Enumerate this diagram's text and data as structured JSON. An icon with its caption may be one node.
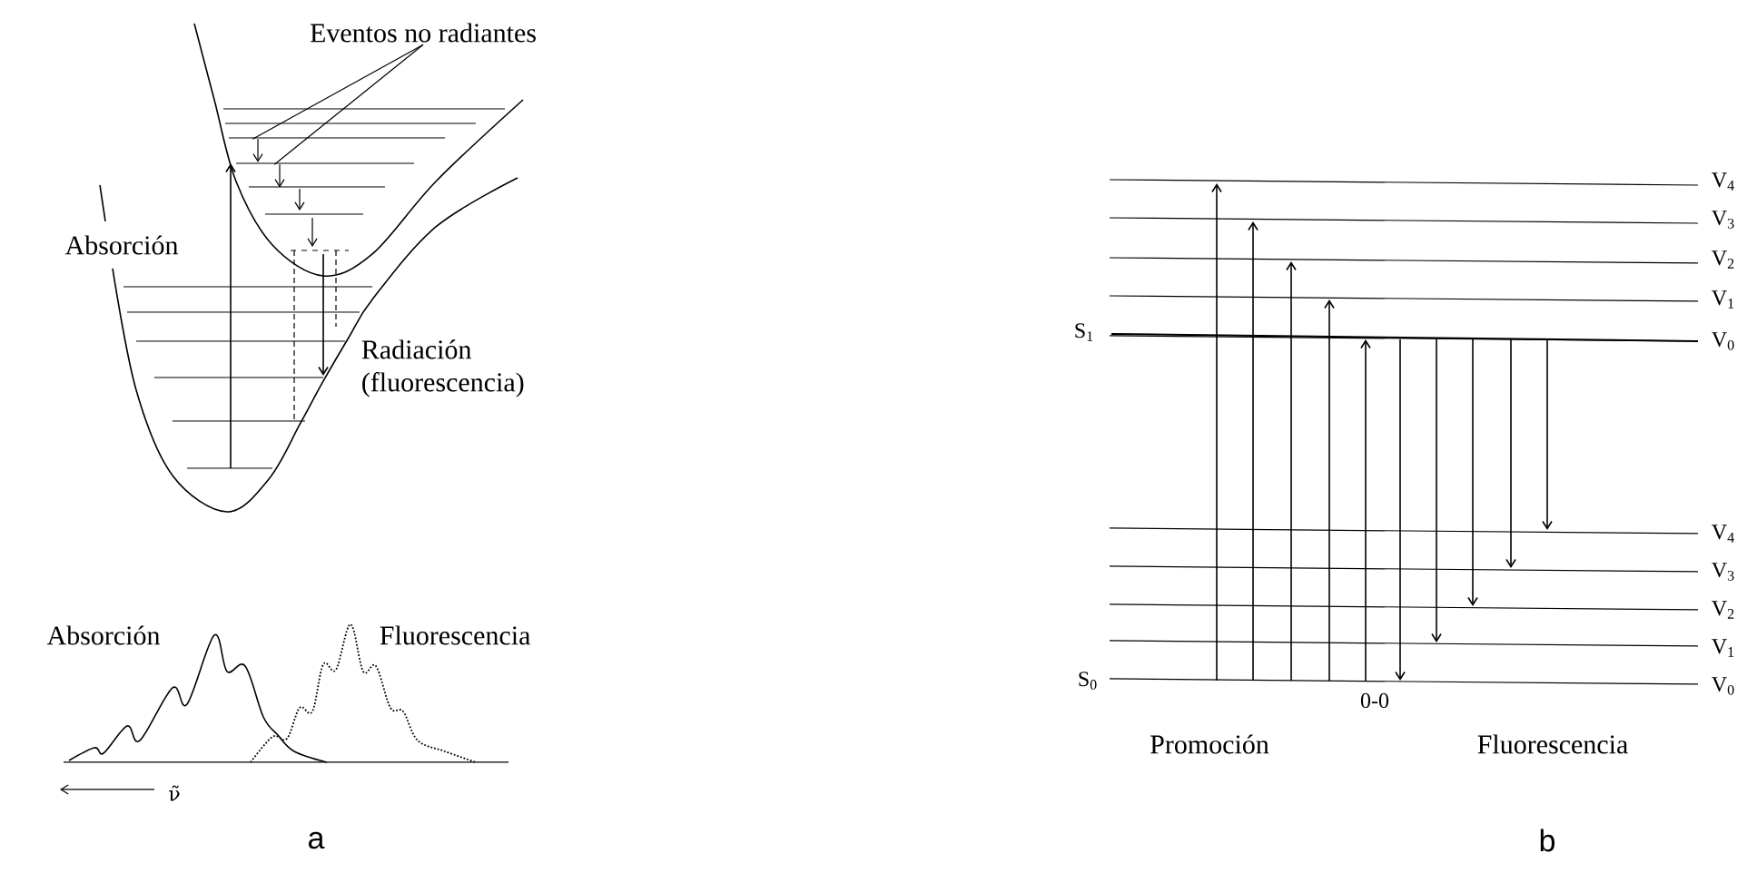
{
  "diagram": {
    "nodes": [
      {
        "text": [
          "Eventos no radiantes"
        ]
      },
      {
        "text": [],
        "shape": "arrow"
      },
      {
        "text": [],
        "shape": "arrow"
      }
    ],
    "edges": [
      {
        "from": 0,
        "to": 1,
        "arrow": "none"
      },
      {
        "from": 0,
        "to": 2,
        "arrow": "none"
      }
    ],
    "labels": [
      "Absorción",
      "Radiación (fluorescencia)",
      "Absorción",
      "Fluorescencia",
      "ν̃",
      "a",
      "S$_{1}$",
      "V$_{4}$",
      "V$_{3}$",
      "V$_{2}$",
      "V$_{1}$",
      "V$_{0}$",
      "V$_{4}$",
      "V$_{3}$",
      "V$_{2}$",
      "V$_{1}$",
      "V$_{0}$",
      "S$_{0}$",
      "0-0",
      "Promoción",
      "Fluorescencia",
      "b"
    ]
  }
}
